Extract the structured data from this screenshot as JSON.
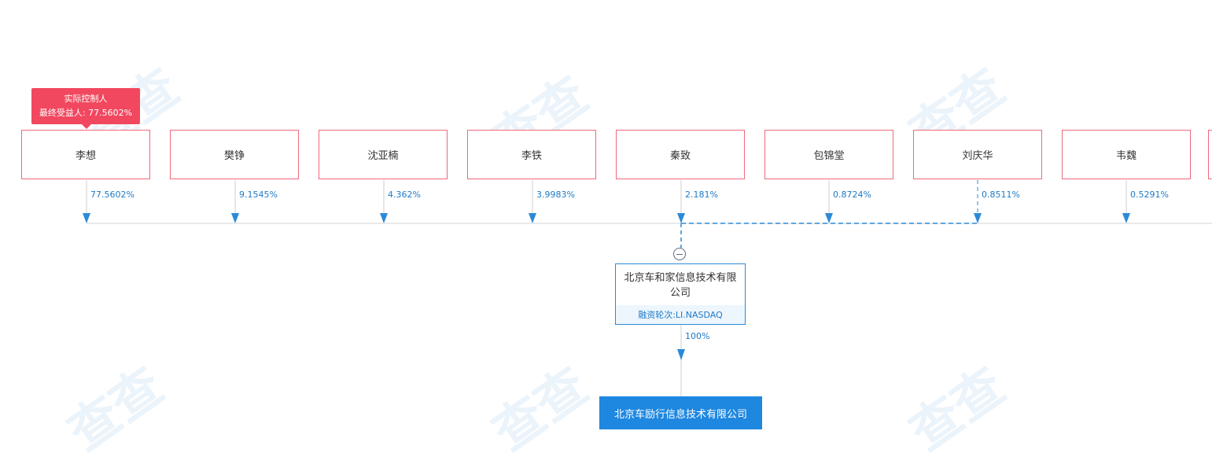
{
  "watermark": "查查",
  "tooltip": {
    "line1": "实际控制人",
    "line2": "最终受益人: 77.5602%"
  },
  "shareholders": [
    {
      "name": "李想",
      "percent": "77.5602%"
    },
    {
      "name": "樊铮",
      "percent": "9.1545%"
    },
    {
      "name": "沈亚楠",
      "percent": "4.362%"
    },
    {
      "name": "李铁",
      "percent": "3.9983%"
    },
    {
      "name": "秦致",
      "percent": "2.181%"
    },
    {
      "name": "包锦堂",
      "percent": "0.8724%"
    },
    {
      "name": "刘庆华",
      "percent": "0.8511%"
    },
    {
      "name": "韦魏",
      "percent": "0.5291%"
    }
  ],
  "parent_company": {
    "name": "北京车和家信息技术有限公司",
    "round_label": "融资轮次:",
    "round_value": "LI.NASDAQ"
  },
  "target_company": {
    "percent": "100%",
    "name": "北京车励行信息技术有限公司"
  },
  "colors": {
    "holder_border": "#f0697a",
    "tooltip_bg": "#f1485f",
    "accent_blue": "#1e87e0",
    "percent_text": "#1e7ac8"
  }
}
